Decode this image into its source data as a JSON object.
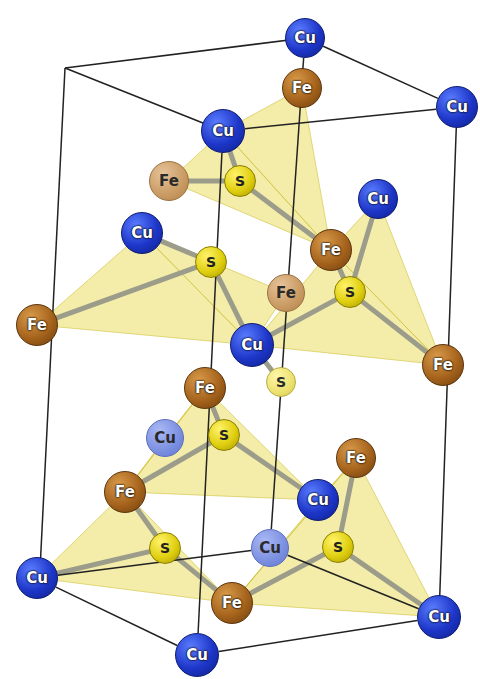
{
  "diagram": {
    "nodes": [
      {
        "text": [
          "Cu"
        ]
      },
      {
        "text": [
          "Fe"
        ]
      },
      {
        "text": [
          "Cu"
        ]
      },
      {
        "text": [
          "Cu"
        ]
      },
      {
        "text": [
          "Fe"
        ]
      },
      {
        "text": [
          "S"
        ]
      },
      {
        "text": [
          "Cu"
        ]
      },
      {
        "text": [
          "Cu"
        ]
      },
      {
        "text": [
          "Fe"
        ]
      },
      {
        "text": [
          "S"
        ]
      },
      {
        "text": [
          "Fe"
        ]
      },
      {
        "text": [
          "S"
        ]
      },
      {
        "text": [
          "Fe"
        ]
      },
      {
        "text": [
          "Cu"
        ]
      },
      {
        "text": [
          "Fe"
        ]
      },
      {
        "text": [
          "S"
        ]
      },
      {
        "text": [
          "Fe"
        ]
      },
      {
        "text": [
          "Cu"
        ]
      },
      {
        "text": [
          "S"
        ]
      },
      {
        "text": [
          "Fe"
        ]
      },
      {
        "text": [
          "Fe"
        ]
      },
      {
        "text": [
          "Cu"
        ]
      },
      {
        "text": [
          "Cu"
        ]
      },
      {
        "text": [
          "S"
        ]
      },
      {
        "text": [
          "S"
        ]
      },
      {
        "text": [
          "Cu"
        ]
      },
      {
        "text": [
          "Fe"
        ]
      },
      {
        "text": [
          "Cu"
        ]
      },
      {
        "text": [
          "Cu"
        ]
      }
    ],
    "edges": [
      {
        "from": 5,
        "to": 3,
        "arrow": "none"
      },
      {
        "from": 5,
        "to": 4,
        "arrow": "none"
      },
      {
        "from": 5,
        "to": 8,
        "arrow": "none"
      },
      {
        "from": 9,
        "to": 7,
        "arrow": "none"
      },
      {
        "from": 9,
        "to": 12,
        "arrow": "none"
      },
      {
        "from": 9,
        "to": 13,
        "arrow": "none"
      },
      {
        "from": 11,
        "to": 6,
        "arrow": "none"
      },
      {
        "from": 11,
        "to": 8,
        "arrow": "none"
      },
      {
        "from": 11,
        "to": 14,
        "arrow": "none"
      },
      {
        "from": 11,
        "to": 13,
        "arrow": "none"
      },
      {
        "from": 15,
        "to": 13,
        "arrow": "none"
      },
      {
        "from": 18,
        "to": 16,
        "arrow": "none"
      },
      {
        "from": 18,
        "to": 20,
        "arrow": "none"
      },
      {
        "from": 18,
        "to": 21,
        "arrow": "none"
      },
      {
        "from": 23,
        "to": 20,
        "arrow": "none"
      },
      {
        "from": 23,
        "to": 25,
        "arrow": "none"
      },
      {
        "from": 23,
        "to": 26,
        "arrow": "none"
      },
      {
        "from": 24,
        "to": 19,
        "arrow": "none"
      },
      {
        "from": 24,
        "to": 26,
        "arrow": "none"
      },
      {
        "from": 24,
        "to": 27,
        "arrow": "none"
      },
      {
        "from": 0,
        "to": 2,
        "arrow": "none"
      },
      {
        "from": 2,
        "to": 3,
        "arrow": "none"
      },
      {
        "from": 25,
        "to": 22,
        "arrow": "none"
      },
      {
        "from": 22,
        "to": 27,
        "arrow": "none"
      },
      {
        "from": 27,
        "to": 28,
        "arrow": "none"
      },
      {
        "from": 28,
        "to": 25,
        "arrow": "none"
      },
      {
        "from": 3,
        "to": 28,
        "arrow": "none"
      },
      {
        "from": 2,
        "to": 27,
        "arrow": "none"
      },
      {
        "from": 0,
        "to": 22,
        "arrow": "none"
      }
    ]
  }
}
